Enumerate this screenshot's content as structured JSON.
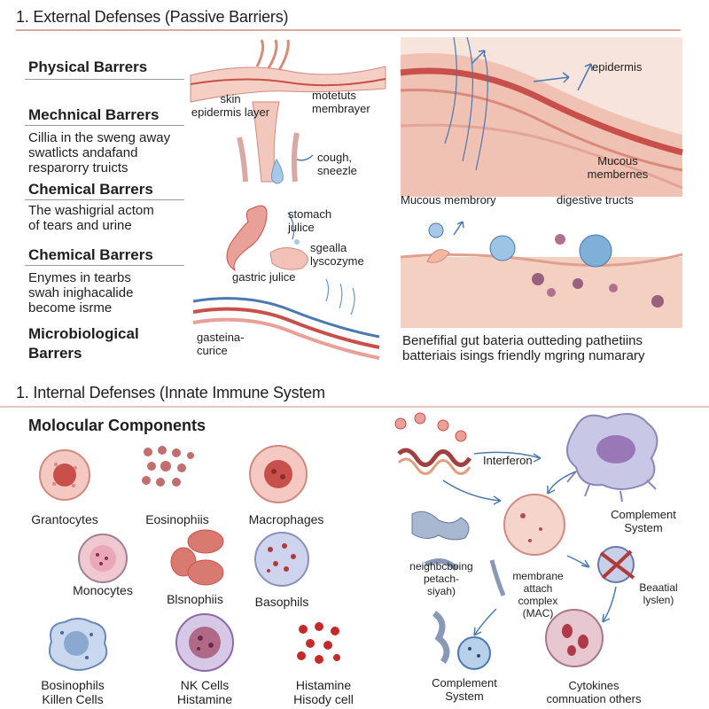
{
  "section1": {
    "title": "1. External Defenses (Passive Barriers)"
  },
  "left_col": {
    "physical_heading": "Physical Barrers",
    "mechanical_heading": "Mechnical Barrers",
    "mechanical_text": [
      "Cillia in the sweng away",
      "swatlicts andafand",
      "resparorry truicts"
    ],
    "chemical1_heading": "Chemical Barrers",
    "chemical1_text": [
      "The washigrial actom",
      "of tears and urine"
    ],
    "chemical2_heading": "Chemical Barrers",
    "chemical2_text": [
      "Enymes in tearbs",
      "swah inighacalide",
      "become isrme"
    ],
    "micro_heading": [
      "Microbiological",
      "Barrers"
    ]
  },
  "mid_col": {
    "skin": [
      "skin",
      "epidermis layer"
    ],
    "membrane": [
      "motetuts",
      "membrayer"
    ],
    "cough": [
      "cough,",
      "sneezle"
    ],
    "stomach": [
      "stomach",
      "julice"
    ],
    "sgealla": [
      "sgealla",
      "lyscozyme"
    ],
    "gastric": "gastric julice",
    "gastena": [
      "gasteina-",
      "curice"
    ]
  },
  "right_panel": {
    "epidermis": "epidermis",
    "mucous": [
      "Mucous",
      "membernes"
    ],
    "mucous_membrory": "Mucous membrory",
    "digestive": "digestive tructs",
    "caption": [
      "Benefifial gut bateria outteding pathetiins",
      "batteriais isings friendly mgring numarary"
    ]
  },
  "section2": {
    "title": "1. Internal Defenses (Innate Immune System"
  },
  "molecular": {
    "title": "Molocular Components",
    "cells": [
      {
        "label": [
          "Grantocytes"
        ]
      },
      {
        "label": [
          "Eosinophiis"
        ]
      },
      {
        "label": [
          "Macrophages"
        ]
      },
      {
        "label": [
          "Monocytes"
        ]
      },
      {
        "label": [
          "Blsnophiis"
        ]
      },
      {
        "label": [
          "Basophils"
        ]
      },
      {
        "label": [
          "Bosinophils",
          "Killen Cells"
        ]
      },
      {
        "label": [
          "NK Cells",
          "Histamine"
        ]
      },
      {
        "label": [
          "Histamine",
          "Hisody cell"
        ]
      }
    ]
  },
  "right_diagram": {
    "interferon": "Interferon",
    "complement_top": [
      "Complement",
      "System"
    ],
    "neighboring": [
      "neighbcboing",
      "petach-",
      "siyah)"
    ],
    "mac": [
      "membrane",
      "attach",
      "complex",
      "(MAC)"
    ],
    "beaatial": [
      "Beaatial",
      "lyslen)"
    ],
    "complement_bottom": [
      "Complement",
      "System"
    ],
    "cytokines": [
      "Cytokines",
      "comnuation others"
    ]
  },
  "colors": {
    "rule": "#d9a9a3",
    "tissue": "#f2c8bd",
    "vessel": "#c9504a",
    "blue": "#4a78b0"
  }
}
